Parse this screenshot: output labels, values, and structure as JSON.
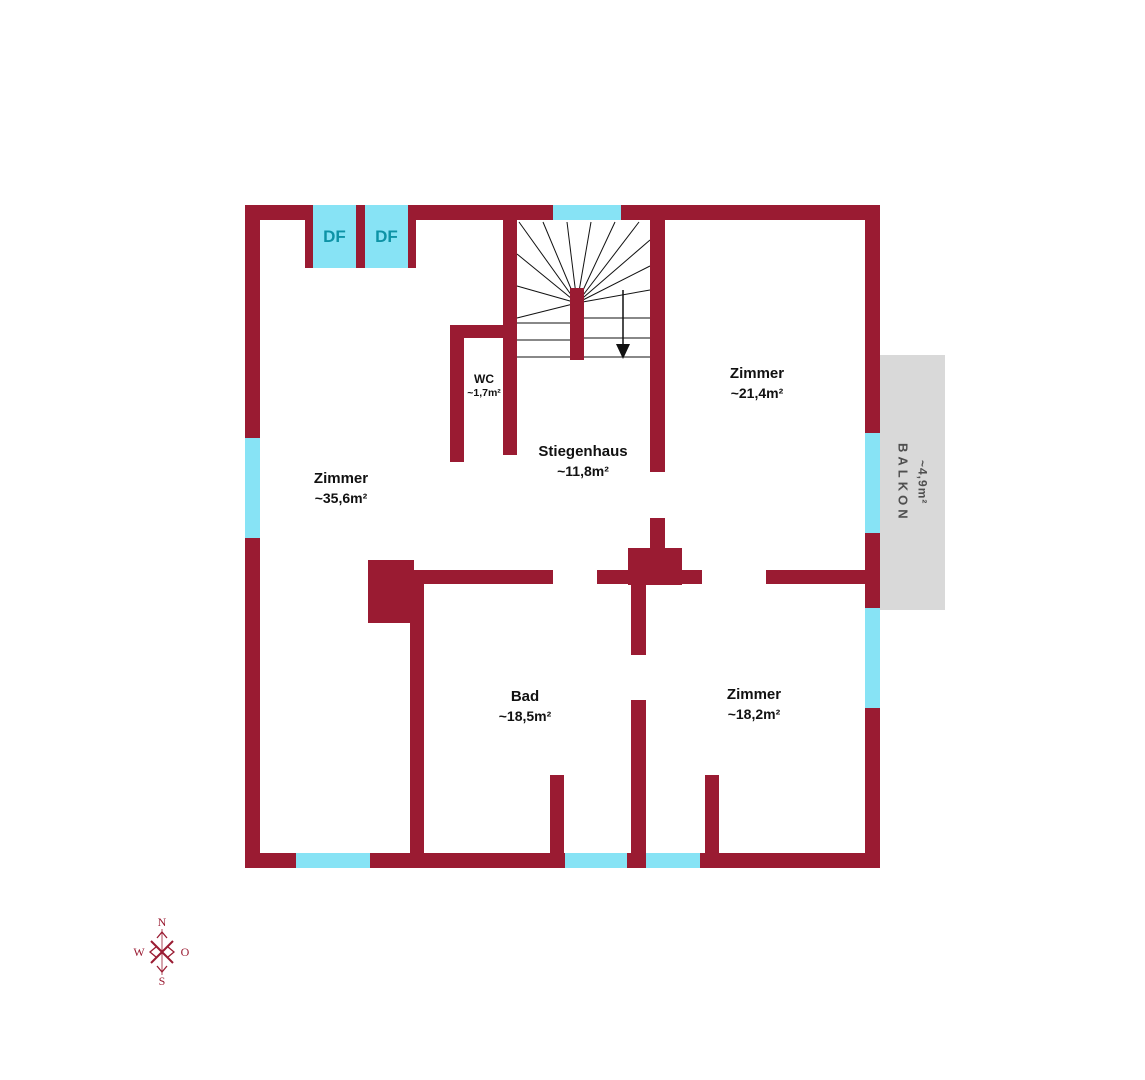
{
  "colors": {
    "wall": "#9a1b32",
    "window": "#87e3f5",
    "balcony-fill": "#d9d9d9",
    "balcony-text": "#4f4f4f",
    "df-text": "#0d93a6",
    "label-text": "#111111",
    "stairs-line": "#111111"
  },
  "rooms": [
    {
      "id": "zimmer-left",
      "name": "Zimmer",
      "area": "~35,6m²"
    },
    {
      "id": "wc",
      "name": "WC",
      "area": "~1,7m²"
    },
    {
      "id": "stiegenhaus",
      "name": "Stiegenhaus",
      "area": "~11,8m²"
    },
    {
      "id": "zimmer-top-right",
      "name": "Zimmer",
      "area": "~21,4m²"
    },
    {
      "id": "bad",
      "name": "Bad",
      "area": "~18,5m²"
    },
    {
      "id": "zimmer-bottom-right",
      "name": "Zimmer",
      "area": "~18,2m²"
    }
  ],
  "balcony": {
    "name": "BALKON",
    "area": "~4,9m²"
  },
  "skylights": [
    {
      "label": "DF"
    },
    {
      "label": "DF"
    }
  ],
  "compass": {
    "north": "N",
    "east": "O",
    "south": "S",
    "west": "W"
  }
}
